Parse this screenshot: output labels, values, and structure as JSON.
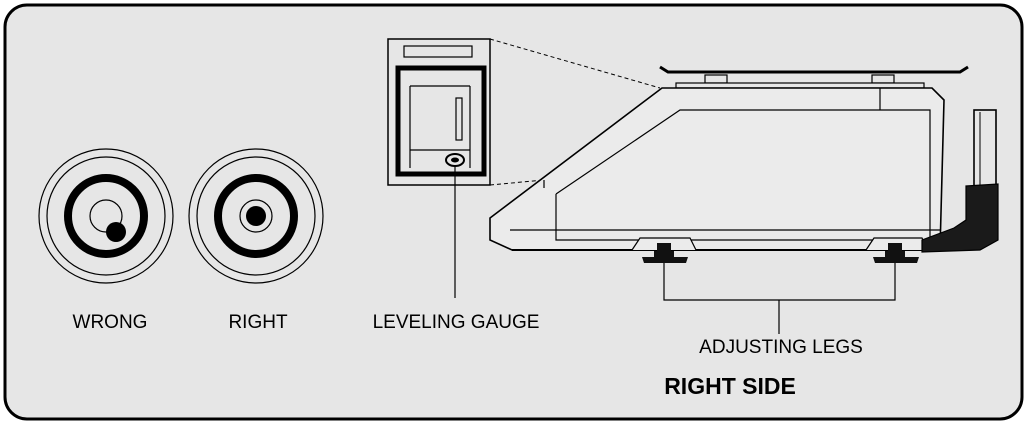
{
  "labels": {
    "wrong": "WRONG",
    "right": "RIGHT",
    "leveling_gauge": "LEVELING GAUGE",
    "adjusting_legs": "ADJUSTING LEGS",
    "side_view": "RIGHT SIDE"
  },
  "colors": {
    "panel_fill": "#e6e6e6",
    "stroke": "#000000",
    "scale_body": "#ebebeb"
  }
}
